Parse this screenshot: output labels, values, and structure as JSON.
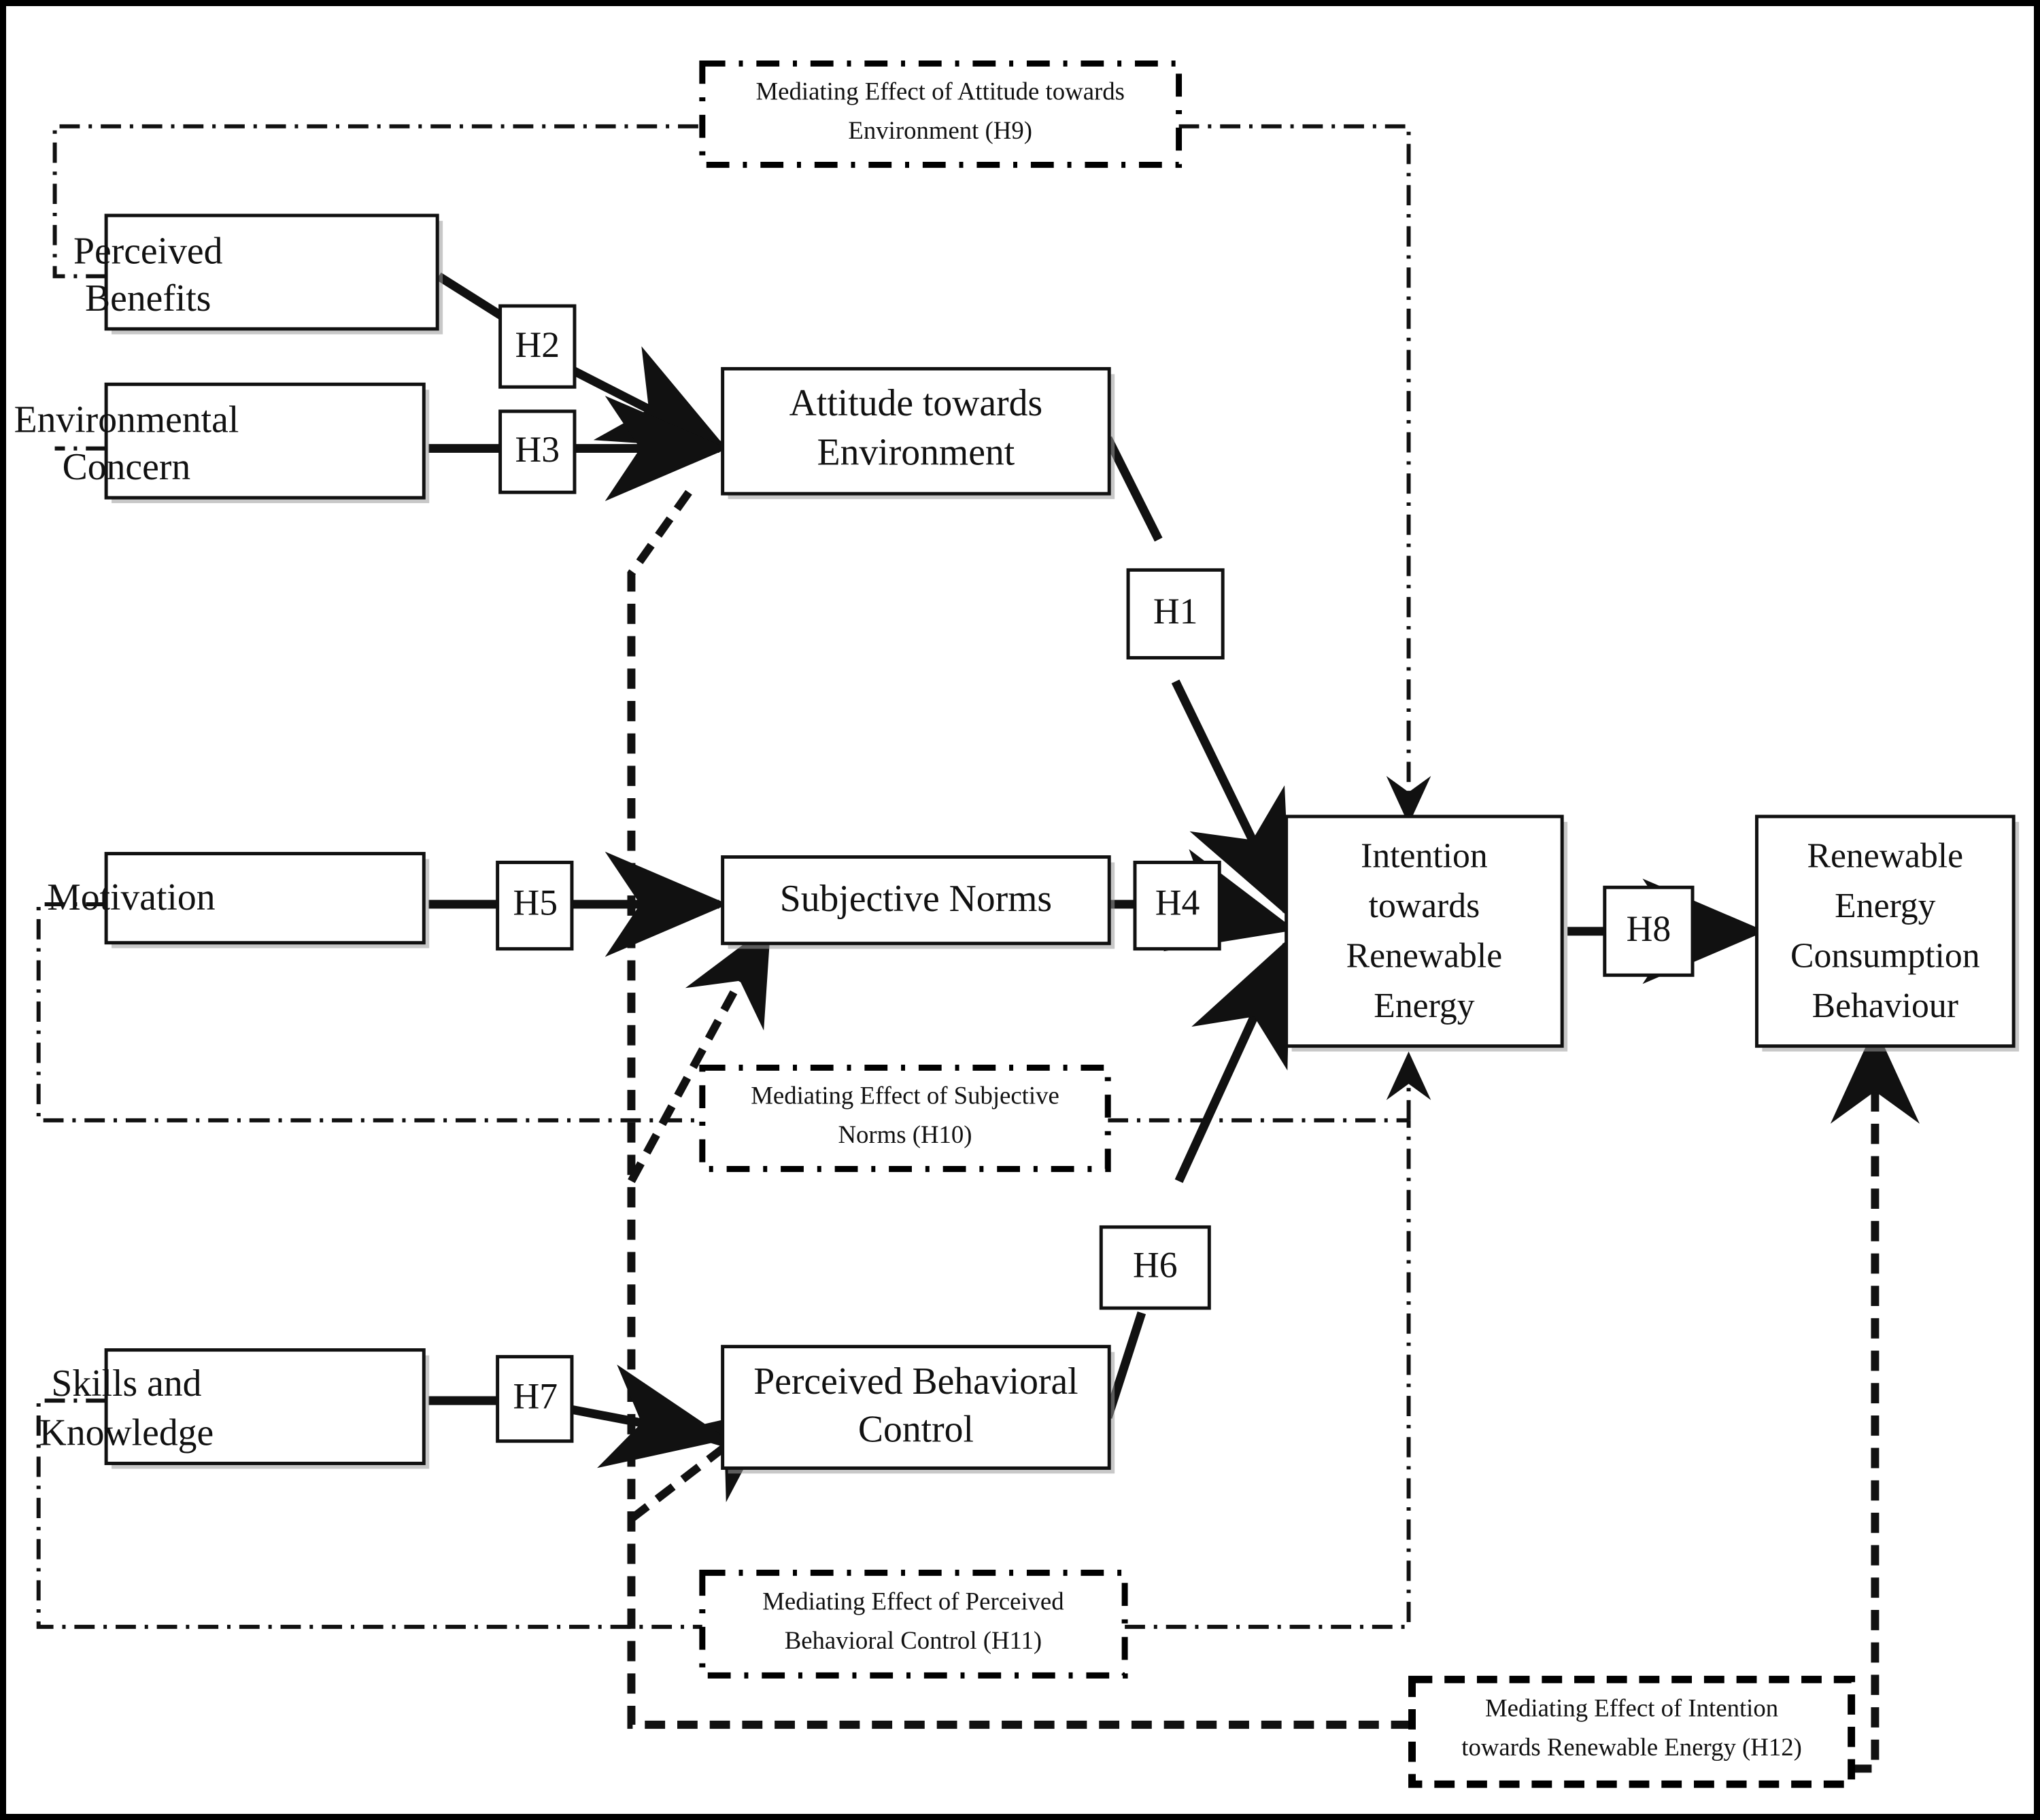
{
  "diagram": {
    "title": "Conceptual research framework of renewable energy consumption behaviour",
    "type": "path-model-diagram",
    "border_color": "#000000",
    "background": "#ffffff",
    "line_color": "#111111"
  },
  "constructs": [
    {
      "id": "perceived-benefits",
      "label_line1": "Perceived",
      "label_line2": "Benefits"
    },
    {
      "id": "environmental-concern",
      "label_line1": "Environmental",
      "label_line2": "Concern"
    },
    {
      "id": "attitude-towards-environment",
      "label_line1": "Attitude towards",
      "label_line2": "Environment"
    },
    {
      "id": "motivation",
      "label_line1": "Motivation",
      "label_line2": ""
    },
    {
      "id": "subjective-norms",
      "label_line1": "Subjective Norms",
      "label_line2": ""
    },
    {
      "id": "skills-and-knowledge",
      "label_line1": "Skills and",
      "label_line2": "Knowledge"
    },
    {
      "id": "perceived-behavioral-control",
      "label_line1": "Perceived Behavioral",
      "label_line2": "Control"
    },
    {
      "id": "intention-towards-renewable-energy",
      "label_line1": "Intention",
      "label_line2": "towards",
      "label_line3": "Renewable",
      "label_line4": "Energy"
    },
    {
      "id": "renewable-energy-consumption-behaviour",
      "label_line1": "Renewable",
      "label_line2": "Energy",
      "label_line3": "Consumption",
      "label_line4": "Behaviour"
    }
  ],
  "hypotheses": [
    {
      "id": "h1",
      "label": "H1",
      "from": "attitude-towards-environment",
      "to": "intention-towards-renewable-energy"
    },
    {
      "id": "h2",
      "label": "H2",
      "from": "perceived-benefits",
      "to": "attitude-towards-environment"
    },
    {
      "id": "h3",
      "label": "H3",
      "from": "environmental-concern",
      "to": "attitude-towards-environment"
    },
    {
      "id": "h4",
      "label": "H4",
      "from": "subjective-norms",
      "to": "intention-towards-renewable-energy"
    },
    {
      "id": "h5",
      "label": "H5",
      "from": "motivation",
      "to": "subjective-norms"
    },
    {
      "id": "h6",
      "label": "H6",
      "from": "perceived-behavioral-control",
      "to": "intention-towards-renewable-energy"
    },
    {
      "id": "h7",
      "label": "H7",
      "from": "skills-and-knowledge",
      "to": "perceived-behavioral-control"
    },
    {
      "id": "h8",
      "label": "H8",
      "from": "intention-towards-renewable-energy",
      "to": "renewable-energy-consumption-behaviour"
    }
  ],
  "mediating_effects": [
    {
      "id": "h9",
      "line1": "Mediating Effect of Attitude towards",
      "line2": "Environment  (H9)",
      "hypothesis": "H9",
      "style": "dash-dot"
    },
    {
      "id": "h10",
      "line1": "Mediating Effect of Subjective",
      "line2": "Norms (H10)",
      "hypothesis": "H10",
      "style": "dash-dot"
    },
    {
      "id": "h11",
      "line1": "Mediating Effect of Perceived",
      "line2": "Behavioral Control (H11)",
      "hypothesis": "H11",
      "style": "dash-dot"
    },
    {
      "id": "h12",
      "line1": "Mediating Effect of Intention",
      "line2": "towards Renewable Energy (H12)",
      "hypothesis": "H12",
      "style": "dashed"
    }
  ]
}
